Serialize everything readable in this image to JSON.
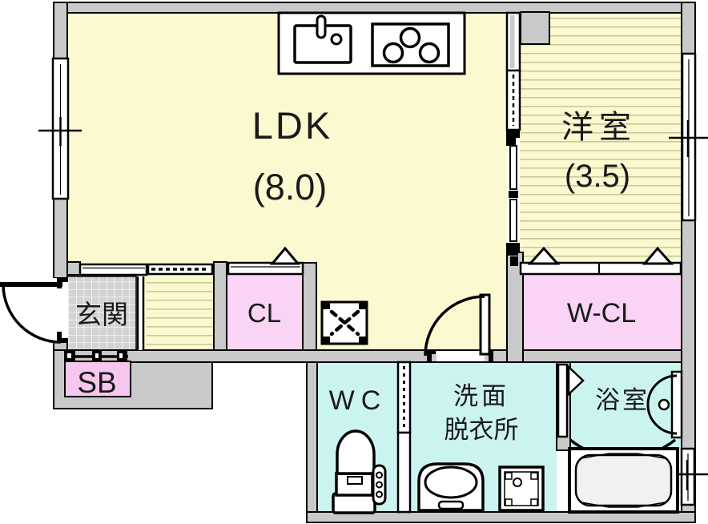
{
  "rooms": {
    "ldk": {
      "label": "LDK",
      "area": "(8.0)"
    },
    "western_room": {
      "label": "洋室",
      "area": "(3.5)"
    },
    "entrance": {
      "label": "玄関"
    },
    "shoe_box": {
      "label": "SB"
    },
    "closet": {
      "label": "CL"
    },
    "walk_in_closet": {
      "label": "W-CL"
    },
    "toilet_room": {
      "label": "WC"
    },
    "washroom": {
      "label_line1": "洗面",
      "label_line2": "脱衣所"
    },
    "bathroom": {
      "label": "浴室"
    }
  },
  "colors": {
    "floor_yellow": "#FAF9D0",
    "floor_stripe": "#C9C999",
    "closet_pink": "#F9D4F4",
    "shoe_box_pink": "#F6C6EE",
    "wet_cyan": "#CBF4F1",
    "wall_gray": "#C9C9C9",
    "tile_gray": "#D3D3D3",
    "tub_fill": "#F1F1F1",
    "outline": "#000000",
    "background": "#FFFFFF"
  },
  "fixtures": {
    "kitchen_sink": "kitchen-sink-icon",
    "stove": "stove-burners-icon",
    "floor_hatch": "floor-hatch-icon",
    "toilet": "toilet-icon",
    "washbasin": "washbasin-icon",
    "washer_pan": "washing-machine-pan-icon",
    "bathtub": "bathtub-icon"
  }
}
